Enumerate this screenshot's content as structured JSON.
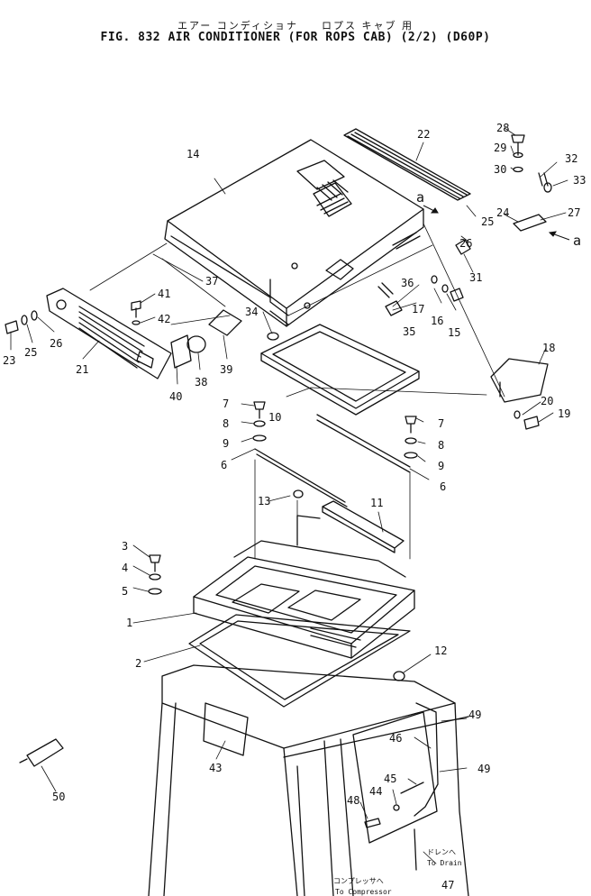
{
  "header": {
    "title_jp": "エアー コンディショナ　　ロプス キャブ 用",
    "title": "FIG. 832  AIR  CONDITIONER  (FOR  ROPS  CAB)  (2/2)  (D60P)"
  },
  "callouts": [
    "1",
    "2",
    "3",
    "4",
    "5",
    "6",
    "6",
    "7",
    "7",
    "8",
    "8",
    "9",
    "9",
    "10",
    "11",
    "12",
    "13",
    "14",
    "15",
    "16",
    "17",
    "18",
    "19",
    "20",
    "21",
    "22",
    "23",
    "24",
    "25",
    "25",
    "26",
    "26",
    "27",
    "28",
    "29",
    "30",
    "31",
    "32",
    "33",
    "34",
    "35",
    "36",
    "37",
    "38",
    "39",
    "40",
    "41",
    "42",
    "43",
    "44",
    "45",
    "46",
    "47",
    "48",
    "49",
    "49",
    "50"
  ],
  "ref_marks": [
    "a",
    "a"
  ],
  "notes": {
    "drain_jp": "ドレンへ",
    "drain_en": "To Drain",
    "compressor_jp": "コンプレッサへ",
    "compressor_en": "To Compressor"
  }
}
